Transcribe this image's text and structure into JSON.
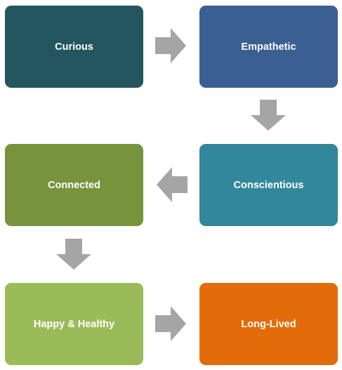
{
  "diagram": {
    "nodes": [
      {
        "label": "Curious",
        "color": "#23565F"
      },
      {
        "label": "Empathetic",
        "color": "#395F93"
      },
      {
        "label": "Conscientious",
        "color": "#32879B"
      },
      {
        "label": "Connected",
        "color": "#77933C"
      },
      {
        "label": "Happy & Healthy",
        "color": "#9BBB59"
      },
      {
        "label": "Long-Lived",
        "color": "#E36C0A"
      }
    ],
    "arrows": [
      {
        "from": "Curious",
        "to": "Empathetic",
        "direction": "right"
      },
      {
        "from": "Empathetic",
        "to": "Conscientious",
        "direction": "down"
      },
      {
        "from": "Conscientious",
        "to": "Connected",
        "direction": "left"
      },
      {
        "from": "Connected",
        "to": "Happy & Healthy",
        "direction": "down"
      },
      {
        "from": "Happy & Healthy",
        "to": "Long-Lived",
        "direction": "right"
      }
    ],
    "arrow_color": "#A5A5A5"
  }
}
